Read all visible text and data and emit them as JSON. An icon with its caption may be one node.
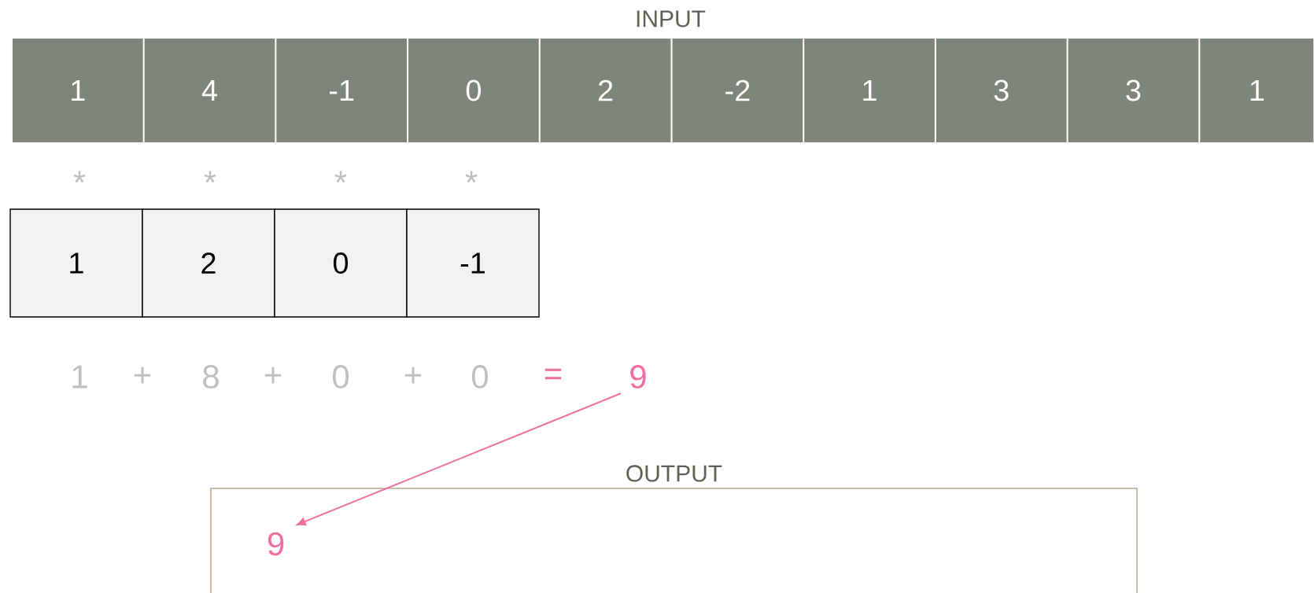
{
  "diagram": {
    "nodes": [
      {
        "text": [
          "1"
        ]
      },
      {
        "text": [
          "4"
        ]
      },
      {
        "text": [
          "-1"
        ]
      },
      {
        "text": [
          "0"
        ]
      },
      {
        "text": [
          "2"
        ]
      },
      {
        "text": [
          "-2"
        ]
      },
      {
        "text": [
          "1"
        ]
      },
      {
        "text": [
          "3"
        ]
      },
      {
        "text": [
          "3"
        ]
      },
      {
        "text": [
          "1"
        ]
      },
      {
        "text": [
          "1"
        ]
      },
      {
        "text": [
          "2"
        ]
      },
      {
        "text": [
          "0"
        ]
      },
      {
        "text": [
          "-1"
        ]
      },
      {
        "text": [
          "9"
        ]
      },
      {
        "text": [
          "OUTPUT"
        ]
      },
      {
        "text": [
          "9"
        ],
        "in": 15
      }
    ],
    "edges": [
      {
        "from": 14,
        "to": 16,
        "arrow": "to"
      }
    ],
    "labels": [
      "INPUT",
      "*",
      "*",
      "*",
      "*",
      "1",
      "+",
      "8",
      "+",
      "0",
      "+",
      "0",
      "="
    ]
  }
}
